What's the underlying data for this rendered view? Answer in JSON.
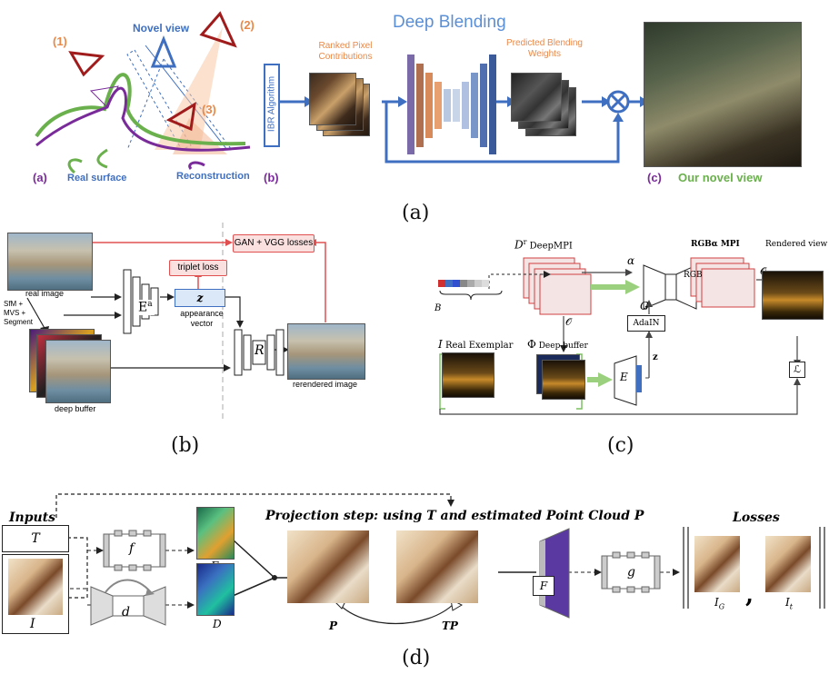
{
  "panel_a": {
    "cam1": "(1)",
    "cam2": "(2)",
    "cam3": "(3)",
    "novel_view": "Novel view",
    "sub_a": "(a)",
    "real_surface": "Real surface",
    "reconstruction": "Reconstruction",
    "sub_b": "(b)",
    "ibr": "IBR Algorithm",
    "title": "Deep Blending",
    "ranked": "Ranked Pixel Contributions",
    "predicted": "Predicted Blending Weights",
    "sub_c": "(c)",
    "our_view": "Our novel view",
    "caption": "(a)"
  },
  "panel_b": {
    "gan": "GAN + VGG losses",
    "triplet": "triplet loss",
    "real_image": "real image",
    "sfm": "SfM +\nMVS +\nSegment",
    "ea": "E",
    "ea_sup": "a",
    "z": "z",
    "appearance": "appearance\nvector",
    "r": "R",
    "rerendered": "rerendered image",
    "deep_buffer": "deep buffer",
    "caption": "(b)"
  },
  "panel_c": {
    "deepmpi": "DeepMPI",
    "dr": "D",
    "alpha": "α",
    "rgba_mpi": "RGBα MPI",
    "rendered_view": "Rendered view",
    "rgb": "RGB",
    "o1": "𝒪",
    "o2": "𝒪",
    "g": "G",
    "adain": "AdaIN",
    "zs": "z",
    "e": "E",
    "is": "I",
    "real_exemplar": "Real Exemplar",
    "phi": "Φ",
    "deep_buffer": "Deep buffer",
    "l": "ℒ",
    "b_legend": "B",
    "caption": "(c)"
  },
  "panel_d": {
    "inputs": "Inputs",
    "t": "T",
    "i": "I",
    "f": "f",
    "d": "d",
    "F": "F",
    "D": "D",
    "projection": "Projection step: using T and estimated Point Cloud P",
    "p": "P",
    "tp": "TP",
    "F2": "F",
    "g": "g",
    "losses": "Losses",
    "ig": "I",
    "it": "I",
    "comma": ",",
    "caption": "(d)"
  },
  "colors": {
    "blue": "#3f6fc0",
    "orange": "#e8894a",
    "darkred": "#a01c1c",
    "purple": "#7a2b9a",
    "green": "#6ab04c",
    "teal_arrow": "#8bc870",
    "red_line": "#e05050"
  }
}
